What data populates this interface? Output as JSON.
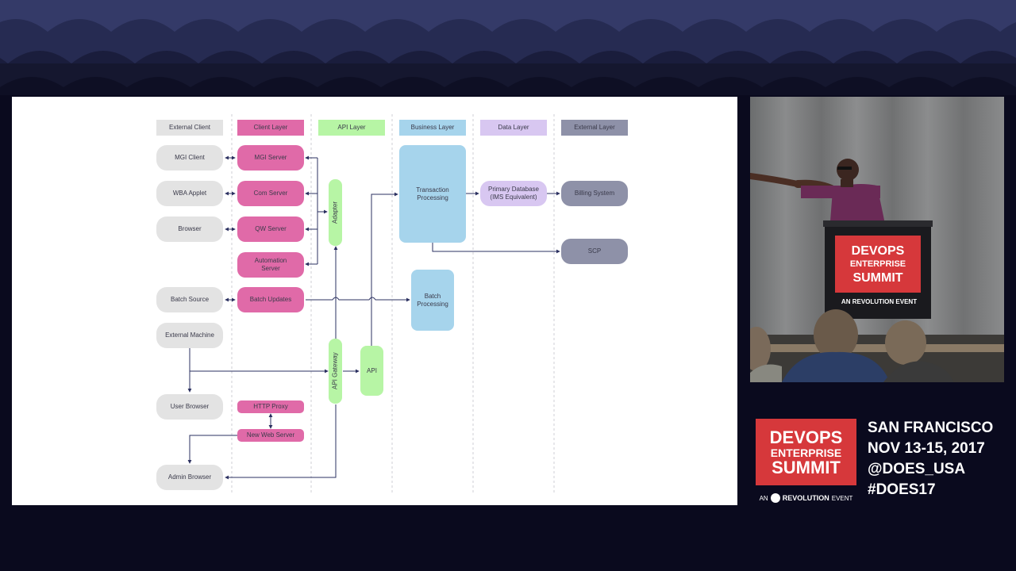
{
  "columns": {
    "external_client": "External Client",
    "client_layer": "Client Layer",
    "api_layer": "API Layer",
    "business_layer": "Business Layer",
    "data_layer": "Data Layer",
    "external_layer": "External Layer"
  },
  "nodes": {
    "mgi_client": "MGI Client",
    "wba_applet": "WBA Applet",
    "browser": "Browser",
    "batch_source": "Batch Source",
    "external_machine": "External Machine",
    "user_browser": "User Browser",
    "admin_browser": "Admin Browser",
    "mgi_server": "MGI Server",
    "com_server": "Com Server",
    "qw_server": "QW Server",
    "automation_server": "Automation Server",
    "batch_updates": "Batch Updates",
    "http_proxy": "HTTP Proxy",
    "new_web_server": "New Web Server",
    "adapter": "Adapter",
    "api_gateway": "API Gateway",
    "api": "API",
    "transaction_processing": "Transaction Processing",
    "batch_processing": "Batch Processing",
    "primary_database": "Primary Database (IMS Equivalent)",
    "billing_system": "Billing System",
    "scp": "SCP"
  },
  "branding": {
    "logo_line1": "DEVOPS",
    "logo_line2": "ENTERPRISE",
    "logo_line3": "SUMMIT",
    "logo_an": "AN",
    "logo_org": "REVOLUTION",
    "logo_event": "EVENT"
  },
  "event": {
    "city": "SAN FRANCISCO",
    "dates": "NOV 13-15, 2017",
    "handle": "@DOES_USA",
    "hashtag": "#DOES17"
  },
  "colors": {
    "client_layer": "#e06aa8",
    "api_layer": "#b7f5a5",
    "business_layer": "#a6d4ec",
    "data_layer": "#d8c7f1",
    "external_layer": "#8e91a8",
    "external_client": "#e3e3e3",
    "brand_red": "#d6383b",
    "background": "#0a0a1e"
  }
}
